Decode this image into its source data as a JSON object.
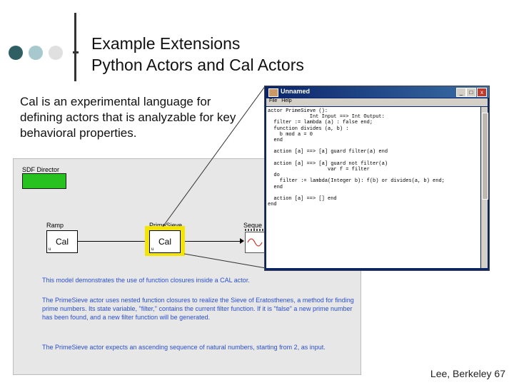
{
  "slide": {
    "title_line1": "Example Extensions",
    "title_line2": "Python Actors and Cal Actors",
    "body": "Cal is an experimental language for defining actors that is analyzable for key behavioral properties.",
    "footer": "Lee, Berkeley 67",
    "dot_colors": [
      "#2f5f63",
      "#a7c8cc",
      "#e0e0e0"
    ]
  },
  "model": {
    "director_label": "SDF Director",
    "ramp_label": "Ramp",
    "ramp_text": "Cal",
    "sieve_label": "PrimeSieve",
    "sieve_text": "Cal",
    "seq_label": "Seque",
    "port_marker": "u",
    "description": [
      "This model demonstrates the use of function closures inside a CAL actor.",
      "The PrimeSieve actor uses nested function closures to realize the Sieve of Eratosthenes, a method for finding prime numbers. Its state variable, \"filter,\" contains the current filter function. If it is \"false\" a new prime number has been found, and a new filter function will be generated.",
      "The PrimeSieve actor expects an ascending sequence of natural numbers, starting from 2, as input."
    ]
  },
  "editor": {
    "title": "Unnamed",
    "menu": [
      "File",
      "Help"
    ],
    "buttons": [
      "_",
      "□",
      "x"
    ],
    "code": "actor PrimeSieve ():\n              Int Input ==> Int Output:\n  filter := lambda (a) : false end;\n  function divides (a, b) :\n    b mod a = 0\n  end\n\n  action [a] ==> [a] guard filter(a) end\n\n  action [a] ==> [a] guard not filter(a)\n                    var f = filter\n  do\n    filter := lambda(Integer b): f(b) or divides(a, b) end;\n  end\n\n  action [a] ==> [] end\nend"
  }
}
